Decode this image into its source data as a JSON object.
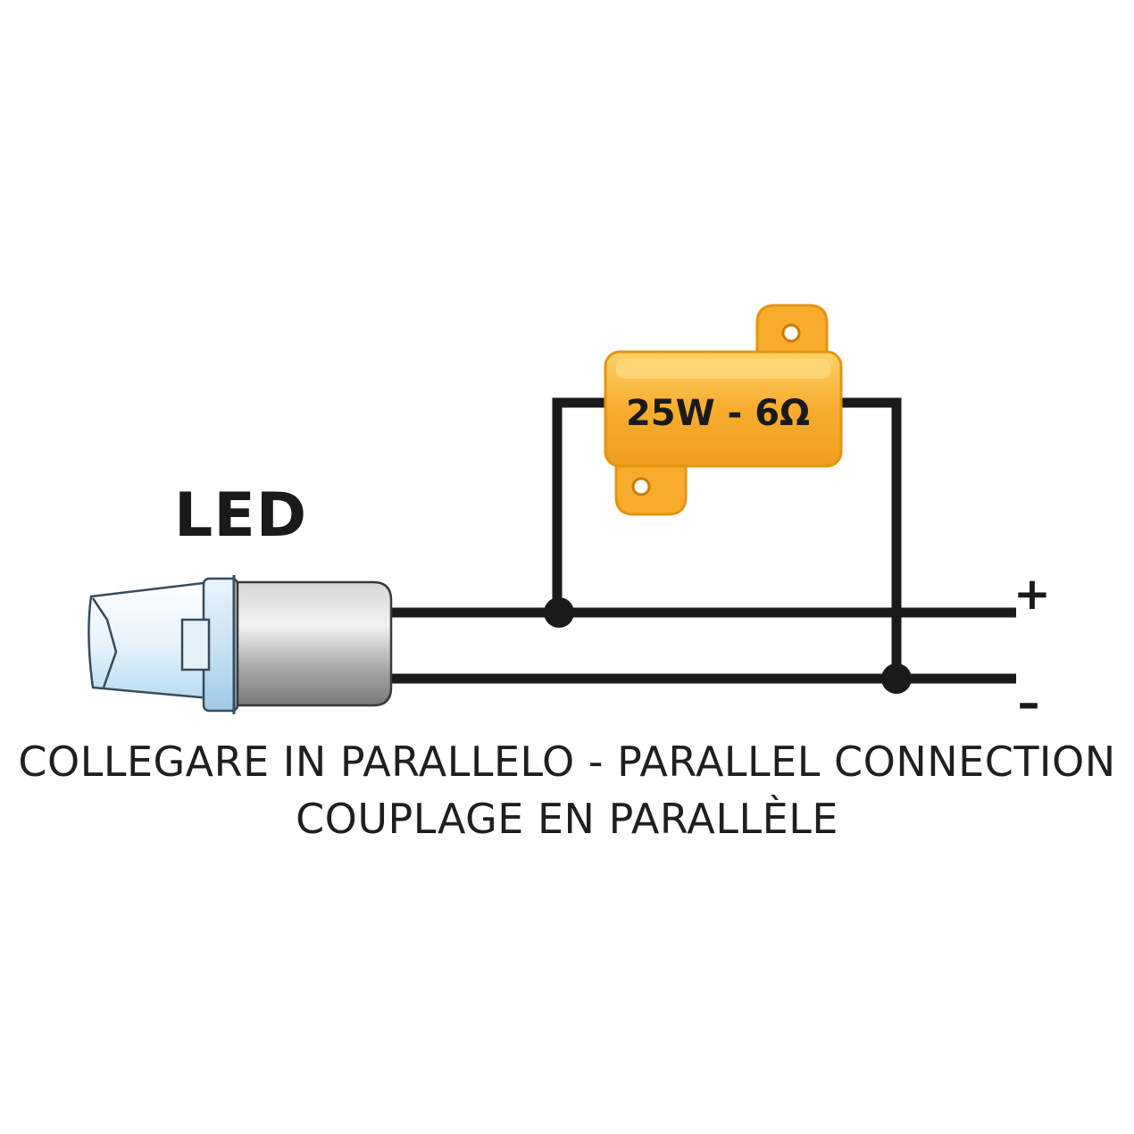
{
  "led_label": "LED",
  "resistor": {
    "label": "25W - 6Ω",
    "color": "#f7ac2e",
    "highlight_color": "#fbd46a"
  },
  "terminals": {
    "positive": "+",
    "negative": "–"
  },
  "caption": {
    "line1": "COLLEGARE IN PARALLELO - PARALLEL CONNECTION",
    "line2": "COUPLAGE EN PARALLÈLE"
  },
  "colors": {
    "wire": "#1a1a1a",
    "led_lens": "#d8ecf8",
    "led_body": "#9a9a9a",
    "background": "#ffffff"
  }
}
